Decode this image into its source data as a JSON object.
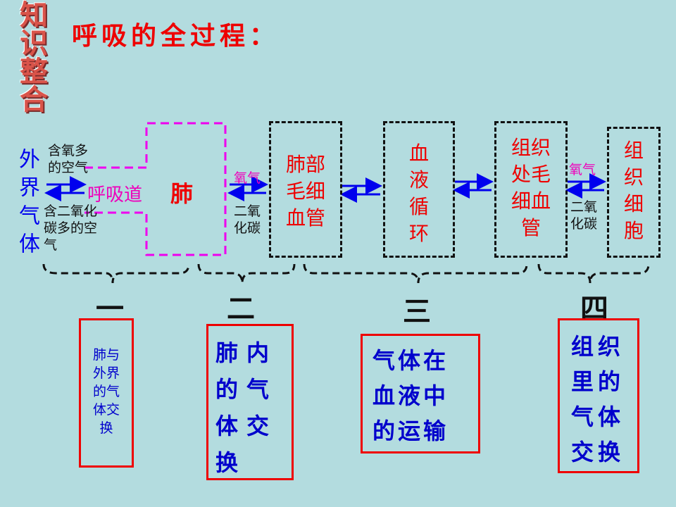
{
  "badge": [
    "知",
    "识",
    "整",
    "合"
  ],
  "title": "呼吸的全过程：",
  "outer_air": "外界气体",
  "labels": {
    "oxygen_rich_air": [
      "含氧多",
      "的空气"
    ],
    "co2_rich_air": [
      "含二氧化",
      "碳多的空",
      "气"
    ],
    "airway": "呼吸道",
    "lung": "肺",
    "oxygen_1": "氧气",
    "co2_1": [
      "二氧",
      "化碳"
    ],
    "oxygen_2": "氧气",
    "co2_2": [
      "二氧",
      "化碳"
    ]
  },
  "boxes": {
    "lung_capillary": [
      "肺部",
      "毛细",
      "血管"
    ],
    "blood_circulation": [
      "血",
      "液",
      "循",
      "环"
    ],
    "tissue_capillary": [
      "组织",
      "处毛",
      "细血",
      "管"
    ],
    "tissue_cell": [
      "组",
      "织",
      "细",
      "胞"
    ]
  },
  "stages": [
    {
      "number": "一",
      "desc": [
        "肺与",
        "外界",
        "的气",
        "体交",
        "换"
      ]
    },
    {
      "number": "二",
      "desc": [
        "肺内",
        "的气",
        "体交",
        "换"
      ]
    },
    {
      "number": "三",
      "desc": [
        "气体在",
        "血液中",
        "的运输"
      ]
    },
    {
      "number": "四",
      "desc": [
        "组织",
        "里的",
        "气体",
        "交换"
      ]
    }
  ],
  "colors": {
    "background": "#b3dcdf",
    "title": "#ee0000",
    "accent_blue": "#0000ee",
    "magenta": "#ee00bb"
  }
}
